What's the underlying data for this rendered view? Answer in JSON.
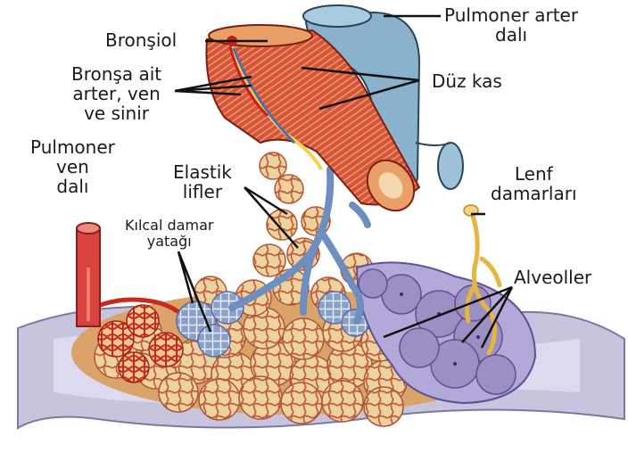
{
  "labels": {
    "bronsiol": "Bronşiol",
    "pulmoner_arter": [
      "Pulmoner arter",
      "dalı"
    ],
    "bronsa": [
      "Bronşa ait",
      "arter, ven",
      "ve sinir"
    ],
    "duz_kas": "Düz kas",
    "pulmoner_ven": [
      "Pulmoner",
      "ven",
      "dalı"
    ],
    "elastik": [
      "Elastik",
      "lifler"
    ],
    "lenf": [
      "Lenf",
      "damarları"
    ],
    "kilcal": [
      "Kılcal damar",
      "yatağı"
    ],
    "alveoller": "Alveoller"
  },
  "colors": {
    "artery_blue": "#7fa9c6",
    "muscle_red": "#c8402a",
    "vein_red": "#d9433f",
    "alveolus_tan": "#e8c98e",
    "alveolus_purple": "#9b8fc4",
    "pleura": "#b8b6d4",
    "lymph": "#e8b84a"
  }
}
